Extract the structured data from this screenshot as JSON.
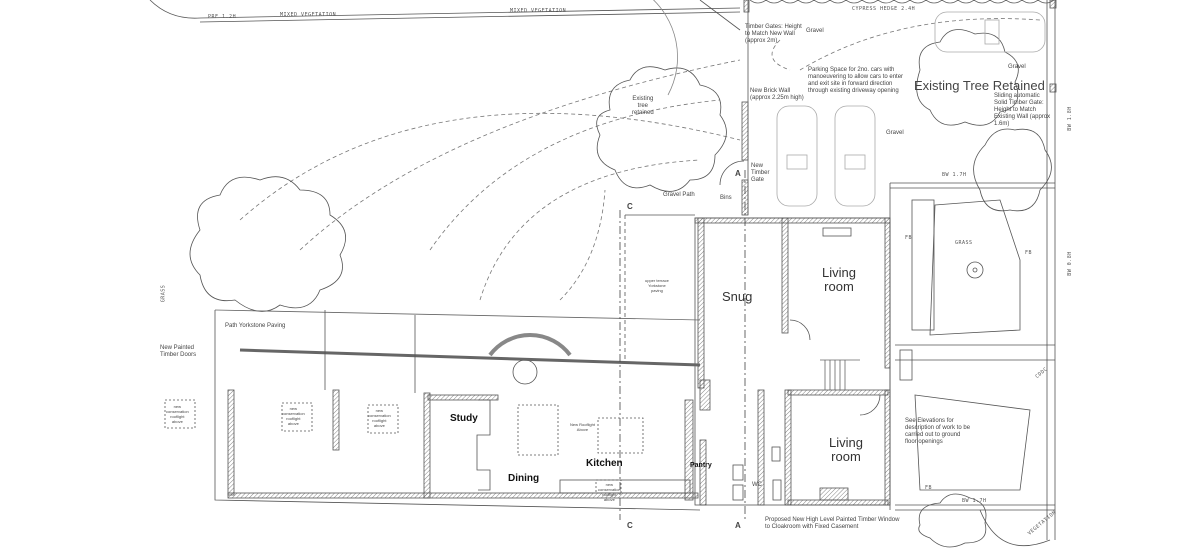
{
  "boundary": {
    "prf": "PRF 1.2H",
    "mixed_veg_1": "MIXED VEGETATION",
    "mixed_veg_2": "MIXED VEGETATION",
    "hedge": "CYPRESS HEDGE 2.4H",
    "bw17_top": "BW 1.7H",
    "bw17_bottom": "BW 1.7H",
    "bw08": "BW 0.8H",
    "bw18": "BW 1.8H",
    "grass": "GRASS",
    "vegetation": "VEGETATION",
    "cdc": "CDDC"
  },
  "notes": {
    "timber_gates": "Timber Gates: Height\nto Match New Wall\n(approx 2m)",
    "parking": "Parking Space for 2no. cars with\nmanoeuvering to allow cars to enter\nand exit site in forward direction\nthrough existing driveway opening",
    "new_brick_wall": "New Brick Wall\n(approx 2.25m high)",
    "sliding_gate": "Sliding automatic\nSolid Timber Gate:\nHeight to Match\nExisting Wall (approx\n1.6m)",
    "existing_tree_small": "Existing\ntree\nretained",
    "new_timber_gate": "New\nTimber\nGate",
    "gravel_path": "Gravel Path",
    "bins": "Bins",
    "path_paving": "Path Yorkstone Paving",
    "painted_doors": "New Painted\nTimber Doors",
    "see_elevations": "See Elevations for\ndescription of work to be\ncarried out to ground\nfloor openings",
    "proposed_window": "Proposed New High Level Painted Timber Window\nto Cloakroom with Fixed Casement",
    "upper_terrace": "upper terrace\nYorkstone\npaving",
    "rooflight": "new\nconservation\nrooflight\nabove",
    "new_rooflight": "New Rooflight\nAbove",
    "gravel": "Gravel",
    "wc": "WC",
    "fb": "FB"
  },
  "tree_label": "Existing\nTree\nRetained",
  "rooms": {
    "snug": "Snug",
    "living_top": "Living\nroom",
    "living_bottom": "Living\nroom",
    "study": "Study",
    "dining": "Dining",
    "kitchen": "Kitchen",
    "pantry": "Pantry"
  },
  "sections": {
    "a": "A",
    "c": "C"
  }
}
